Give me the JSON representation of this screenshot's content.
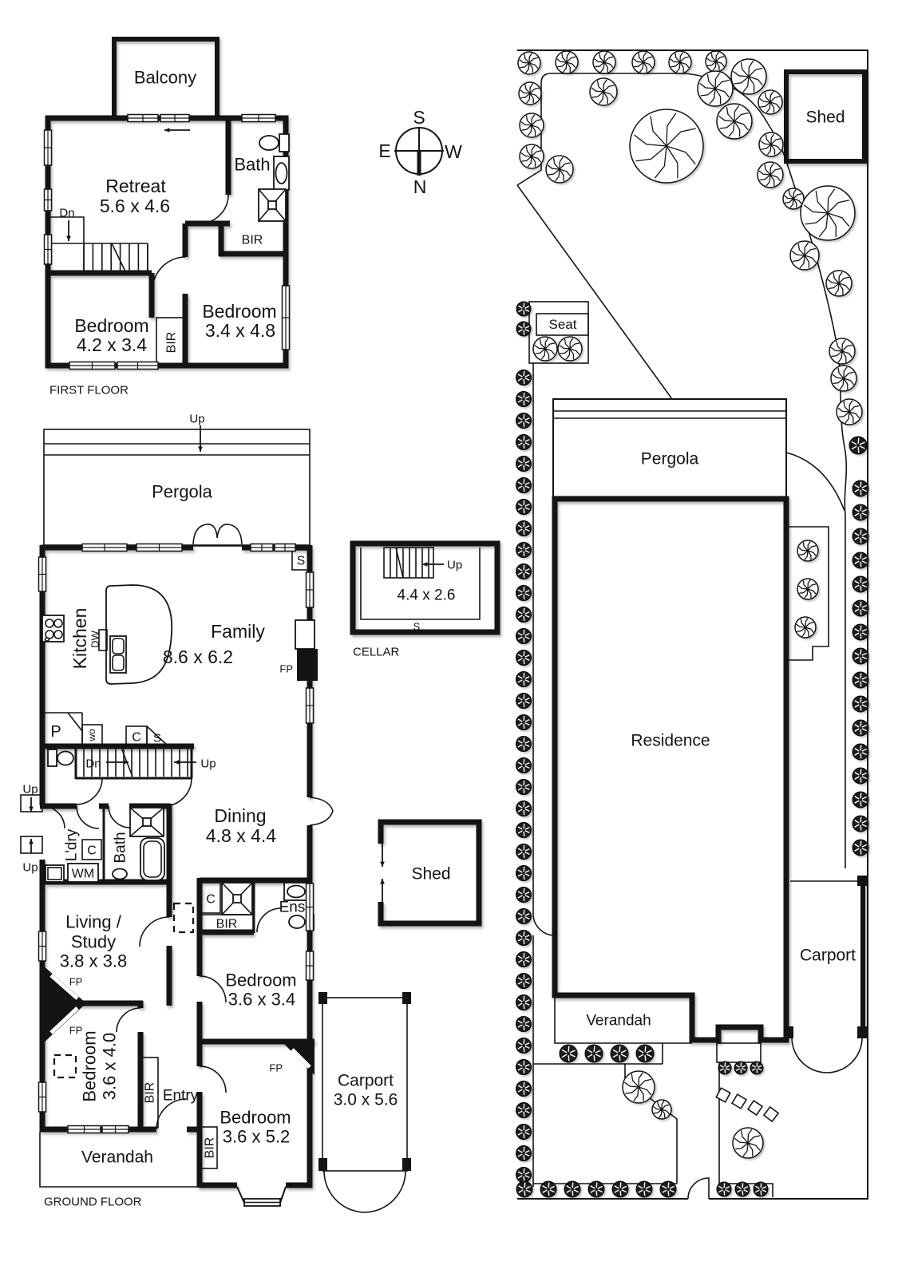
{
  "first_floor": {
    "title": "FIRST FLOOR",
    "balcony": "Balcony",
    "retreat_name": "Retreat",
    "retreat_dims": "5.6 x 4.6",
    "bath": "Bath",
    "bir_top": "BIR",
    "bir_mid": "BIR",
    "bed1_name": "Bedroom",
    "bed1_dims": "4.2 x 3.4",
    "bed2_name": "Bedroom",
    "bed2_dims": "3.4 x 4.8",
    "dn": "Dn"
  },
  "compass": {
    "n": "N",
    "s": "S",
    "e": "E",
    "w": "W"
  },
  "ground_floor": {
    "title": "GROUND FLOOR",
    "up_pergola": "Up",
    "pergola": "Pergola",
    "store_corner": "S",
    "kitchen": "Kitchen",
    "dw": "DW",
    "family_name": "Family",
    "family_dims": "8.6 x 6.2",
    "fp_family": "FP",
    "pantry": "P",
    "wall_oven": "wo",
    "cupboard_stairs": "C",
    "store_stairs": "S",
    "dn": "Dn",
    "up_stairs": "Up",
    "up_steps_top": "Up",
    "up_steps_bottom": "Up",
    "laundry": "L'dry",
    "cupboard_laundry": "C",
    "wm": "WM",
    "bath": "Bath",
    "dining_name": "Dining",
    "dining_dims": "4.8 x 4.4",
    "living_line1": "Living /",
    "living_line2": "Study",
    "living_dims": "3.8 x 3.8",
    "fp_living": "FP",
    "fp_bed_left": "FP",
    "bed_left_name": "Bedroom",
    "bed_left_dims": "3.6 x 4.0",
    "bir_bed_left": "BIR",
    "entry": "Entry",
    "cupboard_ens": "C",
    "bir_ens": "BIR",
    "ens": "Ens",
    "bed_mid_name": "Bedroom",
    "bed_mid_dims": "3.6 x 3.4",
    "fp_bed_bottom": "FP",
    "bed_bottom_name": "Bedroom",
    "bed_bottom_dims": "3.6 x 5.2",
    "bir_bed_bottom": "BIR",
    "verandah": "Verandah",
    "carport_name": "Carport",
    "carport_dims": "3.0 x 5.6"
  },
  "cellar": {
    "title": "CELLAR",
    "dims": "4.4 x 2.6",
    "up": "Up",
    "store": "S"
  },
  "garden_shed": {
    "label": "Shed"
  },
  "site_plan": {
    "shed": "Shed",
    "seat": "Seat",
    "pergola": "Pergola",
    "residence": "Residence",
    "verandah": "Verandah",
    "carport": "Carport"
  }
}
